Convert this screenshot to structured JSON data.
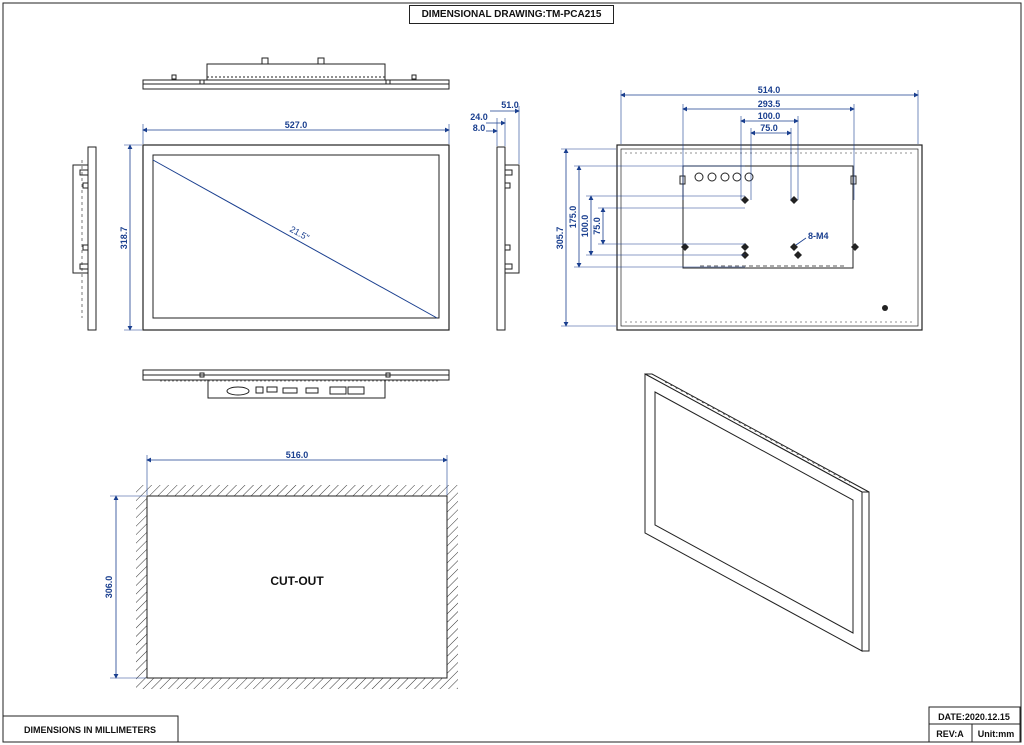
{
  "title": "DIMENSIONAL DRAWING:TM-PCA215",
  "footer": {
    "units_note": "DIMENSIONS IN MILLIMETERS",
    "date": "DATE:2020.12.15",
    "rev": "REV:A",
    "unit": "Unit:mm"
  },
  "front_view": {
    "width": "527.0",
    "height": "318.7",
    "diagonal": "21.5\""
  },
  "side_view": {
    "depth_total": "51.0",
    "depth_a": "24.0",
    "depth_b": "8.0"
  },
  "rear_view": {
    "width": "514.0",
    "hole_span_1": "293.5",
    "hole_span_2": "100.0",
    "hole_span_3": "75.0",
    "height": "305.7",
    "height_a": "175.0",
    "height_b": "100.0",
    "height_c": "75.0",
    "screw_label": "8-M4"
  },
  "cutout": {
    "width": "516.0",
    "height": "306.0",
    "label": "CUT-OUT"
  },
  "colors": {
    "dimension": "#1a3f8f",
    "line": "#222222"
  }
}
